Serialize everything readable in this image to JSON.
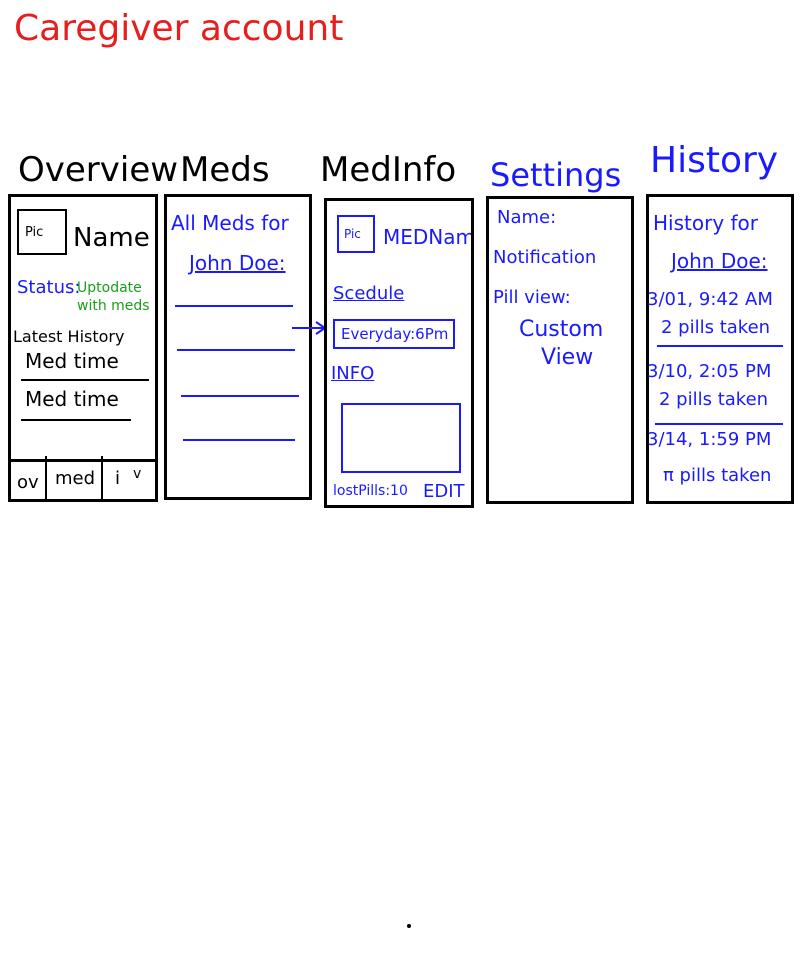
{
  "page_title": "Caregiver account",
  "colors": {
    "title": "#e61e1e",
    "ink_black": "#000000",
    "ink_blue": "#1a1aff",
    "ink_green": "#1a9e1a"
  },
  "screens": {
    "overview": {
      "heading": "Overview",
      "pic_label": "Pic",
      "name_label": "Name",
      "status_label": "Status:",
      "status_value": "Uptodate with meds",
      "latest_history_label": "Latest History",
      "history_rows": [
        "Med time",
        "Med time"
      ],
      "nav_items": [
        "ov",
        "med",
        "i",
        "v"
      ]
    },
    "meds": {
      "heading": "Meds",
      "all_meds_label": "All Meds for",
      "patient_name": "John Doe:",
      "med_list_row_count": 4
    },
    "med_info": {
      "heading": "MedInfo",
      "pic_label": "Pic",
      "med_name": "MEDName",
      "schedule_label": "Scedule",
      "schedule_value": "Everyday:6Pm",
      "info_label": "INFO",
      "footer_text": "lostPills:10",
      "edit_label": "EDIT"
    },
    "settings": {
      "heading": "Settings",
      "name_label": "Name:",
      "notification_label": "Notification",
      "pill_view_label": "Pill view:",
      "pill_view_value_line1": "Custom",
      "pill_view_value_line2": "View"
    },
    "history": {
      "heading": "History",
      "history_for_label": "History for",
      "patient_name": "John Doe:",
      "entries": [
        {
          "datetime": "3/01, 9:42 AM",
          "detail": "2 pills taken"
        },
        {
          "datetime": "3/10, 2:05 PM",
          "detail": "2 pills taken"
        },
        {
          "datetime": "3/14, 1:59 PM",
          "detail": "π pills taken"
        }
      ]
    }
  }
}
